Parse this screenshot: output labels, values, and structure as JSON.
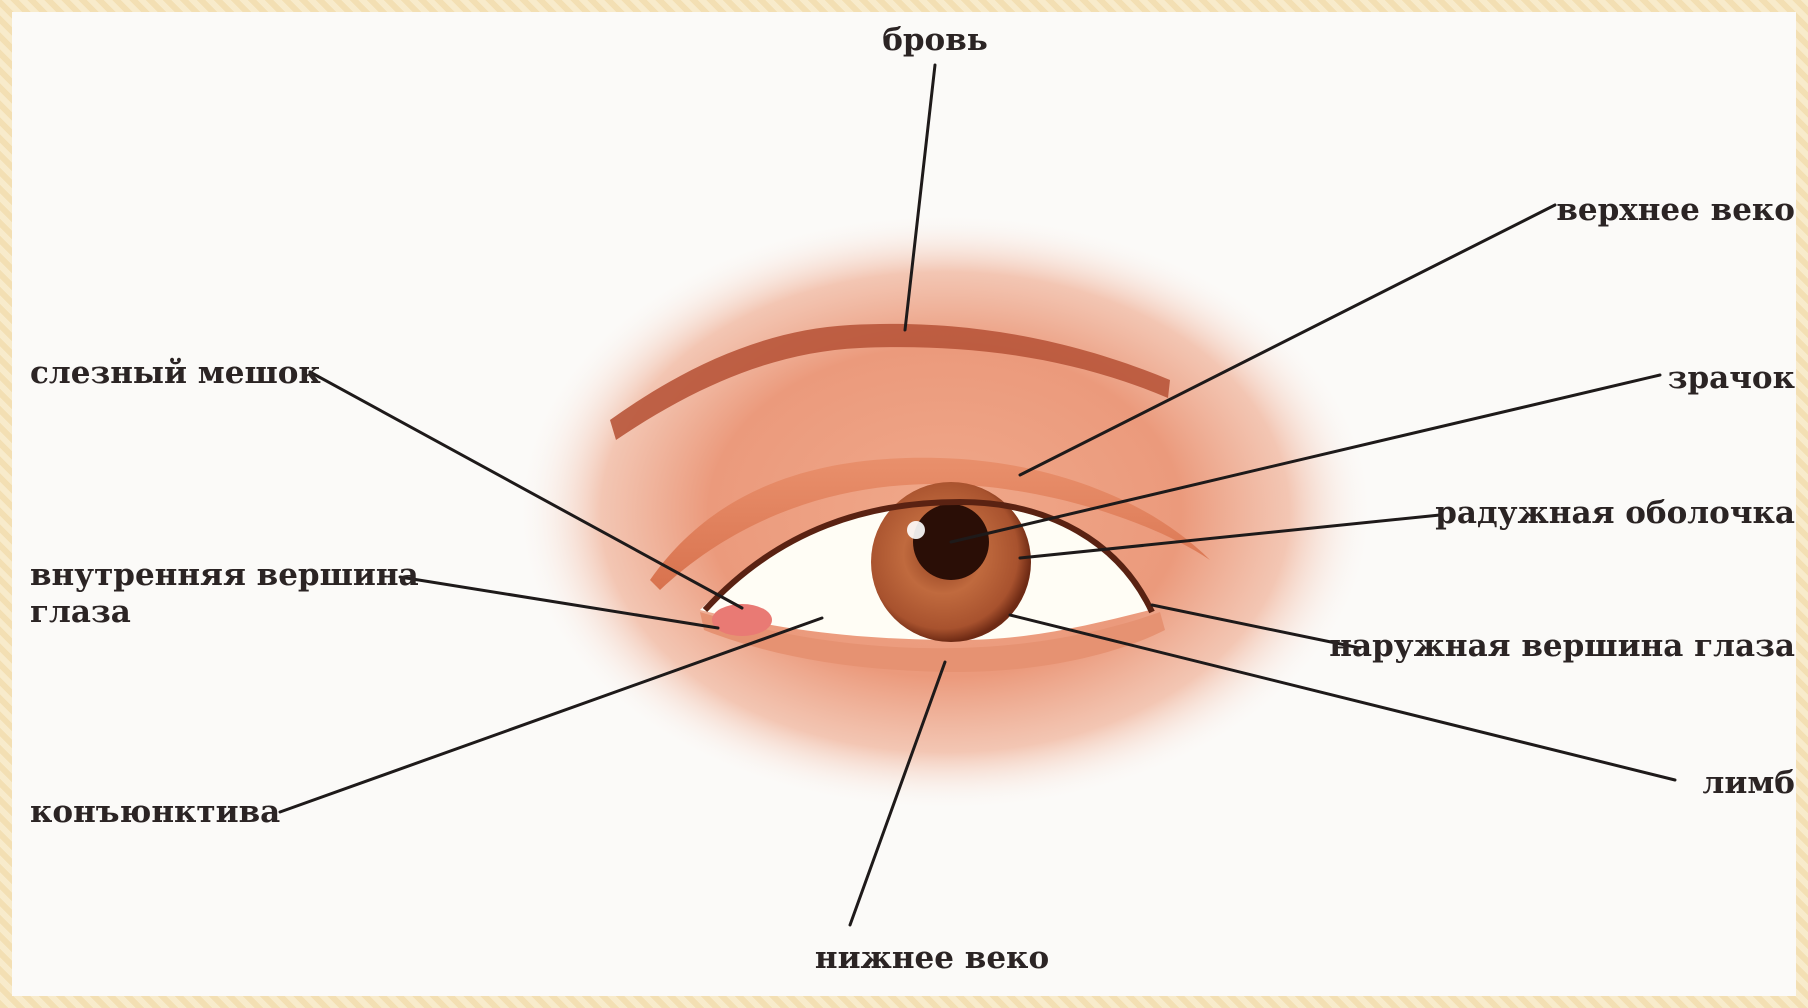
{
  "labels": {
    "brow": "бровь",
    "upper_lid": "верхнее веко",
    "lacrimal_sac": "слезный мешок",
    "pupil": "зрачок",
    "iris": "радужная оболочка",
    "inner_corner_line1": "внутренняя вершина",
    "inner_corner_line2": "глаза",
    "outer_corner": "наружная вершина глаза",
    "conjunctiva": "конъюнктива",
    "limbus": "лимб",
    "lower_lid": "нижнее веко"
  },
  "colors": {
    "background": "#fbfaf8",
    "skin": "#e9967a",
    "brow": "#b8553a",
    "iris": "#a8522e",
    "pupil": "#2a0e06",
    "sclera": "#fffdf5",
    "lines": "#1e1a1a",
    "frame": "#f3dfb3"
  }
}
